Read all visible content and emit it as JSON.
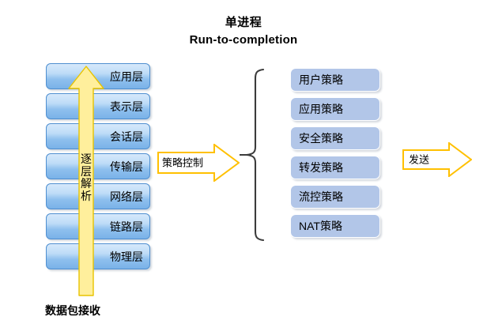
{
  "diagram": {
    "title": {
      "line1": "单进程",
      "line2": "Run-to-completion"
    },
    "osi_stack": {
      "layers": [
        {
          "label": "应用层"
        },
        {
          "label": "表示层"
        },
        {
          "label": "会话层"
        },
        {
          "label": "传输层"
        },
        {
          "label": "网络层"
        },
        {
          "label": "链路层"
        },
        {
          "label": "物理层"
        }
      ]
    },
    "parse_arrow": {
      "label": "逐层解析",
      "direction": "up",
      "color": "#ffef9c",
      "border_color": "#e6b800"
    },
    "packet_receive_label": "数据包接收",
    "policy_arrow": {
      "label": "策略控制",
      "direction": "right",
      "fill": "#ffffff",
      "border_color": "#ffc000"
    },
    "policy_list": {
      "items": [
        {
          "label": "用户策略"
        },
        {
          "label": "应用策略"
        },
        {
          "label": "安全策略"
        },
        {
          "label": "转发策略"
        },
        {
          "label": "流控策略"
        },
        {
          "label": "NAT策略"
        }
      ],
      "box_color": "#b2c6e8"
    },
    "send_arrow": {
      "label": "发送",
      "direction": "right",
      "fill": "#ffffff",
      "border_color": "#ffc000"
    },
    "colors": {
      "layer_top": "#d6e9fb",
      "layer_bottom": "#7ab2e8",
      "layer_border": "#4f8fd0",
      "accent_yellow": "#ffc000",
      "policy_blue": "#b2c6e8",
      "background": "#ffffff"
    }
  }
}
